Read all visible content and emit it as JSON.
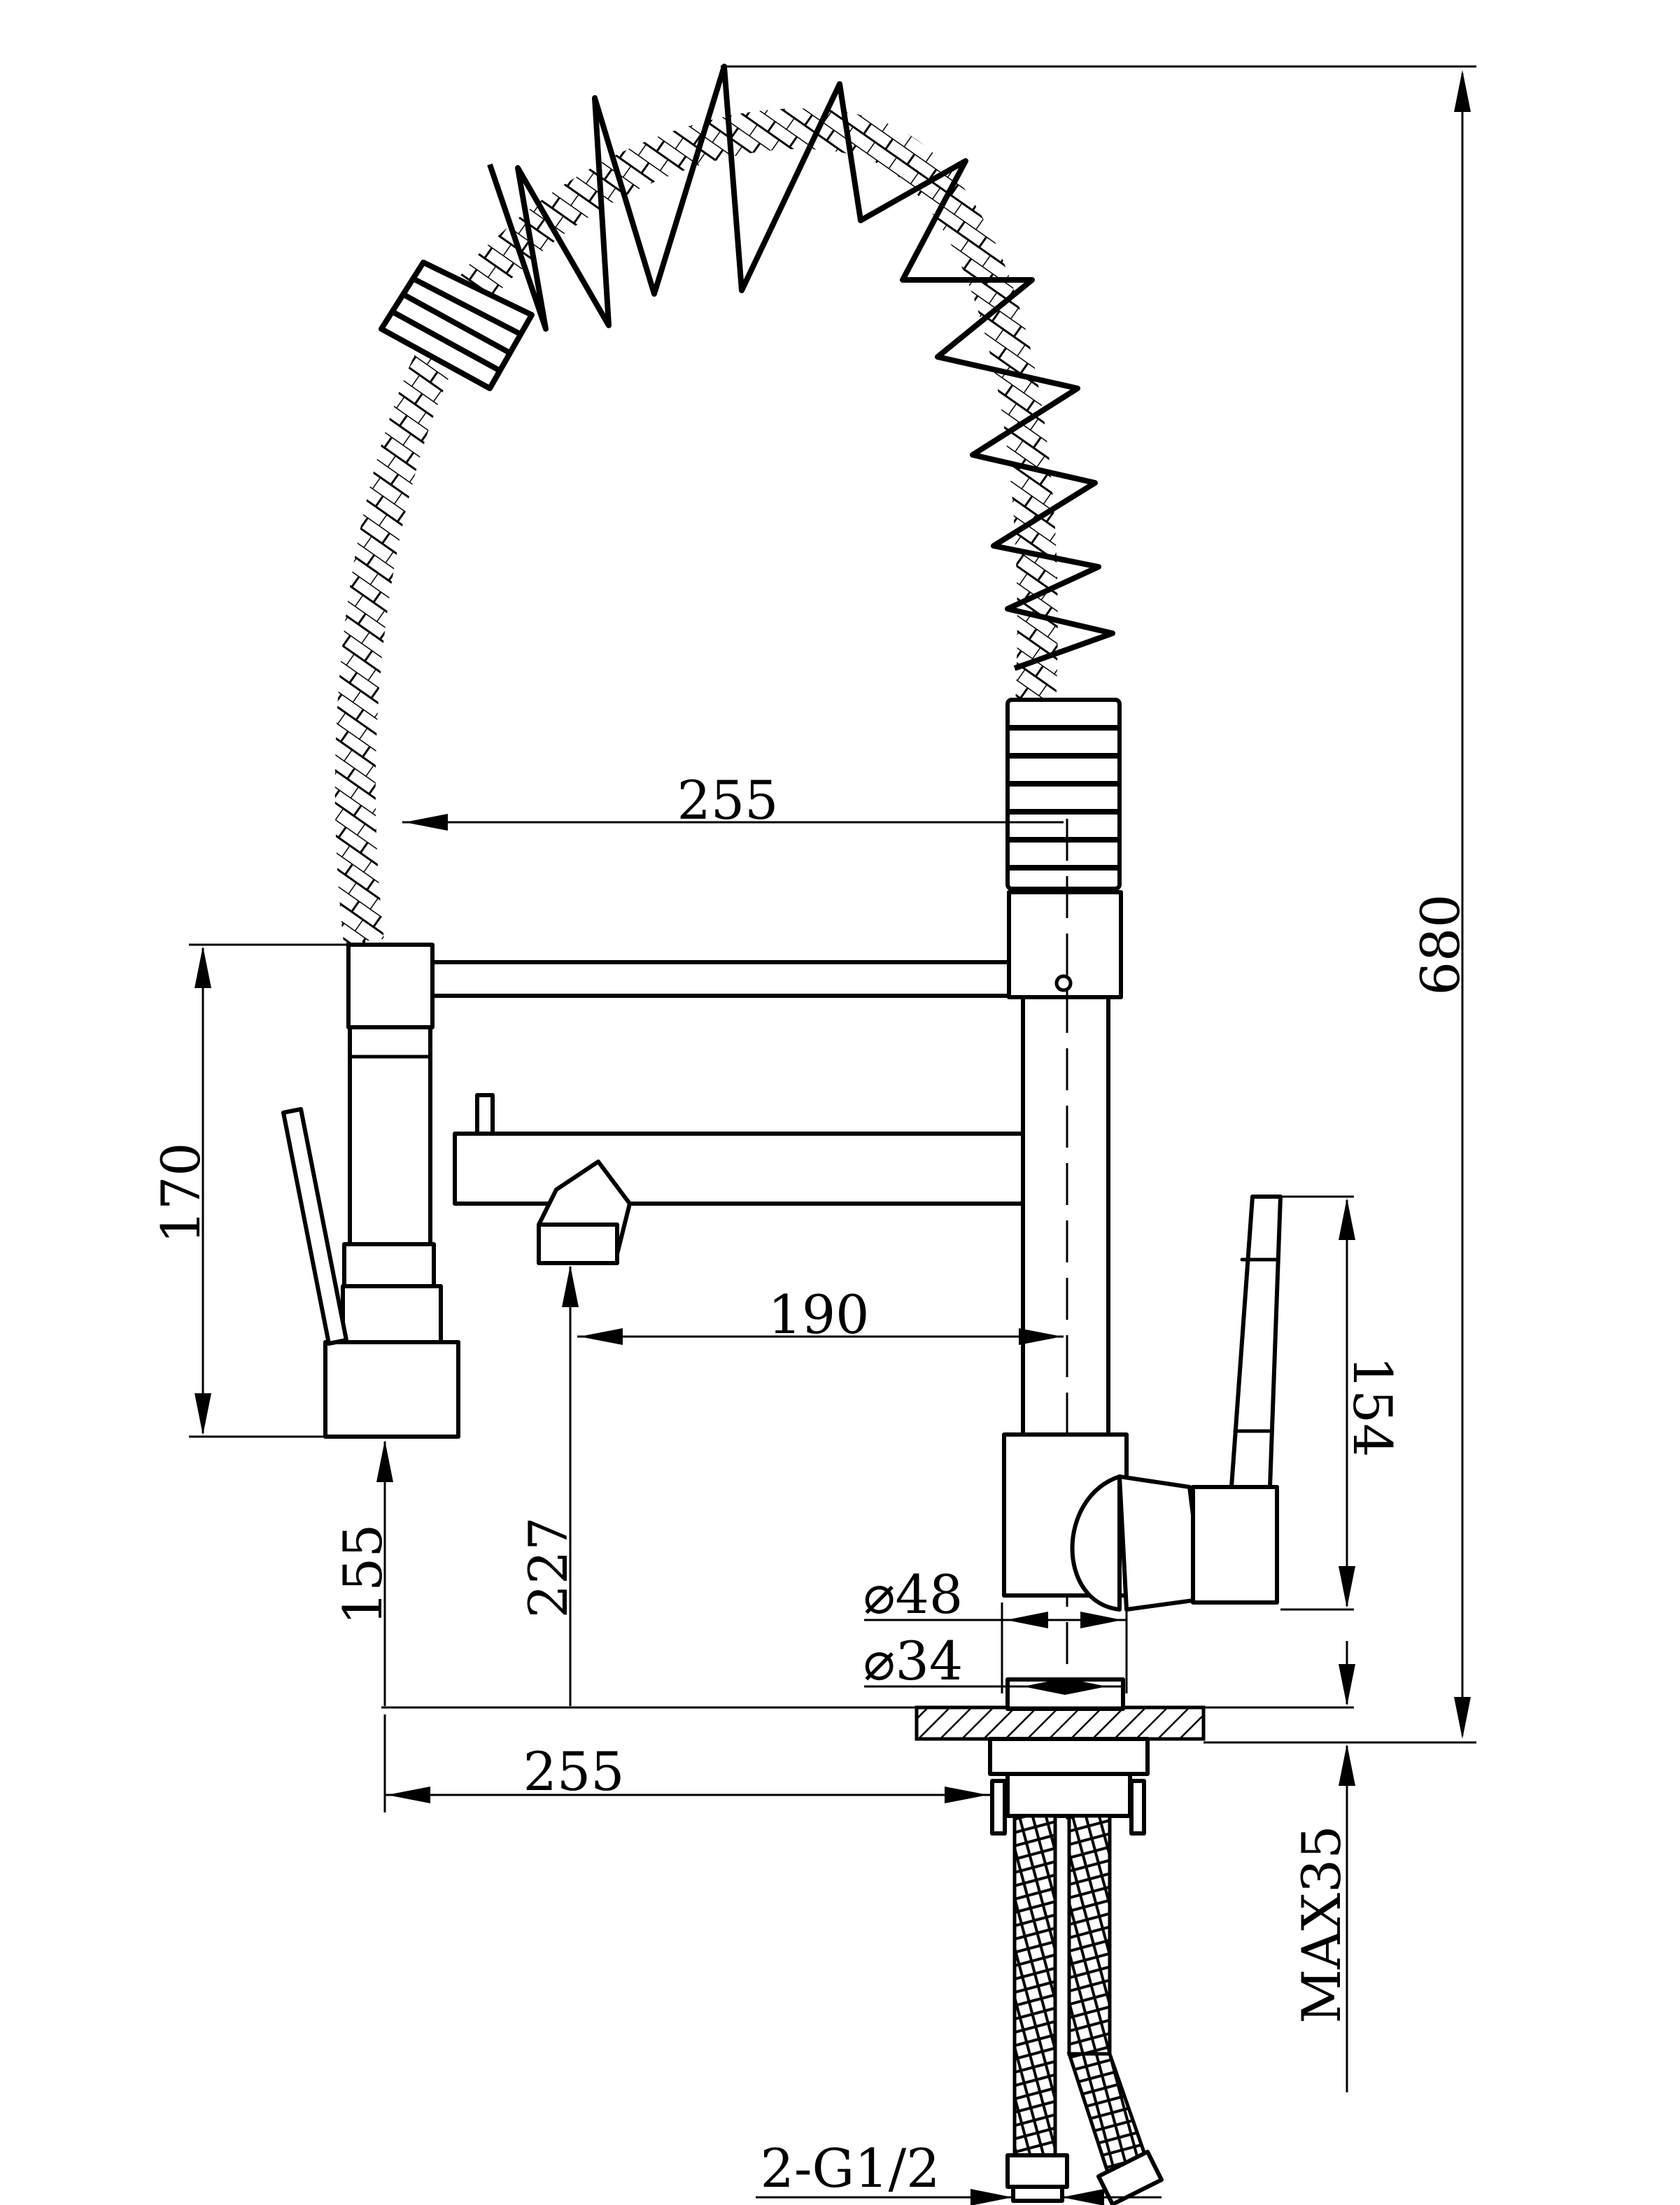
{
  "dimensions": {
    "height_total": "680",
    "spray_reach": "255",
    "base_reach": "255",
    "spray_holder_height": "170",
    "spout_reach": "190",
    "spout_height": "227",
    "holder_clearance": "155",
    "handle_height": "154",
    "base_diameter": "⌀48",
    "thread_diameter": "⌀34",
    "max_deck_thickness": "MAX35",
    "connection": "2-G1/2"
  },
  "colors": {
    "line": "#000000",
    "background": "#ffffff"
  }
}
